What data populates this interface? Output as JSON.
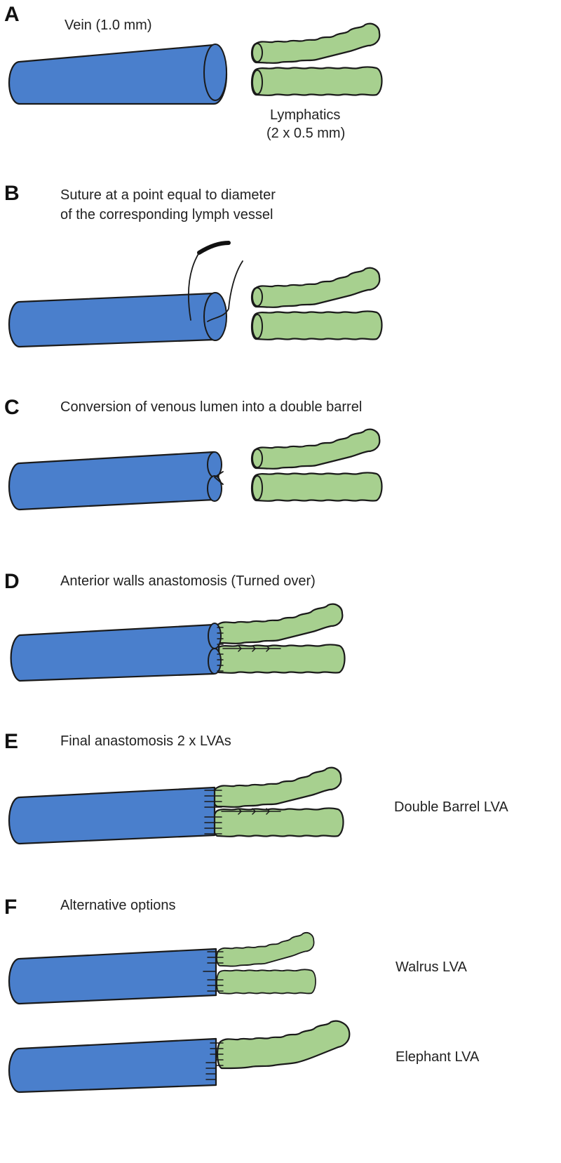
{
  "panels": {
    "A": {
      "letter": "A",
      "vein_label": "Vein (1.0 mm)",
      "lymph_label_line1": "Lymphatics",
      "lymph_label_line2": "(2 x 0.5 mm)"
    },
    "B": {
      "letter": "B",
      "caption_line1": "Suture at a point equal to diameter",
      "caption_line2": "of the corresponding lymph vessel"
    },
    "C": {
      "letter": "C",
      "caption": "Conversion of venous lumen into a double barrel"
    },
    "D": {
      "letter": "D",
      "caption": "Anterior walls anastomosis (Turned over)"
    },
    "E": {
      "letter": "E",
      "caption": "Final anastomosis 2 x LVAs",
      "side_label": "Double Barrel LVA"
    },
    "F": {
      "letter": "F",
      "caption": "Alternative options",
      "option1_label": "Walrus LVA",
      "option2_label": "Elephant LVA"
    }
  },
  "colors": {
    "vein": "#4a7fcc",
    "lymphatic": "#a7d08f",
    "outline": "#1a1a1a"
  }
}
